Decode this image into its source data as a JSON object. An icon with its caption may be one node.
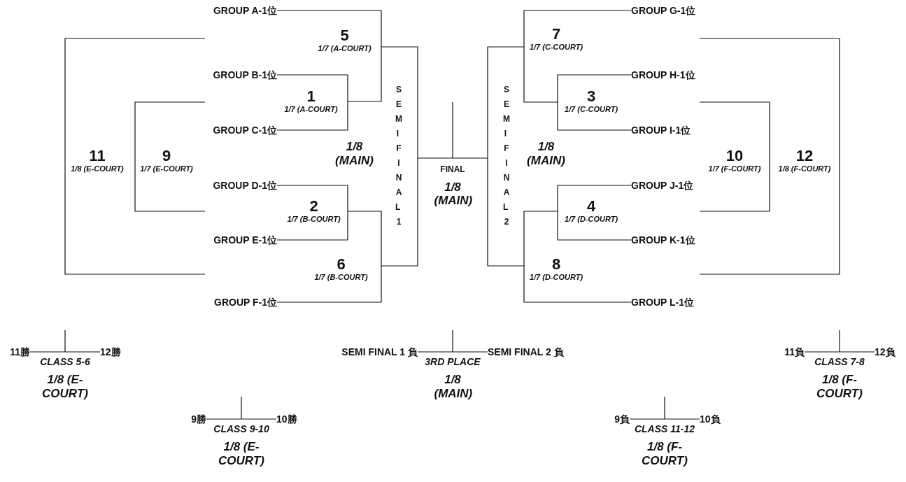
{
  "diagram": {
    "nodes": [
      {
        "text": [
          "GROUP A-1位"
        ]
      },
      {
        "text": [
          "GROUP B-1位"
        ]
      },
      {
        "text": [
          "GROUP C-1位"
        ]
      },
      {
        "text": [
          "GROUP D-1位"
        ]
      },
      {
        "text": [
          "GROUP E-1位"
        ]
      },
      {
        "text": [
          "GROUP F-1位"
        ]
      },
      {
        "text": [
          "5",
          "1/7 (A-COURT)"
        ]
      },
      {
        "text": [
          "1",
          "1/7 (A-COURT)"
        ]
      },
      {
        "text": [
          "2",
          "1/7 (B-COURT)"
        ]
      },
      {
        "text": [
          "6",
          "1/7 (B-COURT)"
        ]
      },
      {
        "text": [
          "9",
          "1/7 (E-COURT)"
        ]
      },
      {
        "text": [
          "11",
          "1/8 (E-COURT)"
        ]
      },
      {
        "text": [
          "SEMI FINAL 1"
        ],
        "beside": [
          "1/8 (MAIN)"
        ]
      },
      {
        "text": [
          "FINAL",
          "1/8 (MAIN)"
        ]
      },
      {
        "text": [
          "SEMI FINAL 2"
        ],
        "beside": [
          "1/8 (MAIN)"
        ]
      },
      {
        "text": [
          "7",
          "1/7 (C-COURT)"
        ]
      },
      {
        "text": [
          "3",
          "1/7 (C-COURT)"
        ]
      },
      {
        "text": [
          "4",
          "1/7 (D-COURT)"
        ]
      },
      {
        "text": [
          "8",
          "1/7 (D-COURT)"
        ]
      },
      {
        "text": [
          "10",
          "1/7 (F-COURT)"
        ]
      },
      {
        "text": [
          "12",
          "1/8 (F-COURT)"
        ]
      },
      {
        "text": [
          "GROUP G-1位"
        ]
      },
      {
        "text": [
          "GROUP H-1位"
        ]
      },
      {
        "text": [
          "GROUP I-1位"
        ]
      },
      {
        "text": [
          "GROUP J-1位"
        ]
      },
      {
        "text": [
          "GROUP K-1位"
        ]
      },
      {
        "text": [
          "GROUP L-1位"
        ]
      },
      {
        "text": [
          "11勝"
        ]
      },
      {
        "text": [
          "CLASS 5-6",
          "1/8 (E-COURT)"
        ]
      },
      {
        "text": [
          "12勝"
        ]
      },
      {
        "text": [
          "SEMI FINAL 1 負"
        ]
      },
      {
        "text": [
          "3RD PLACE",
          "1/8 (MAIN)"
        ]
      },
      {
        "text": [
          "SEMI FINAL 2 負"
        ]
      },
      {
        "text": [
          "11負"
        ]
      },
      {
        "text": [
          "CLASS 7-8",
          "1/8 (F-COURT)"
        ]
      },
      {
        "text": [
          "12負"
        ]
      },
      {
        "text": [
          "9勝"
        ]
      },
      {
        "text": [
          "CLASS 9-10",
          "1/8 (E-COURT)"
        ]
      },
      {
        "text": [
          "10勝"
        ]
      },
      {
        "text": [
          "9負"
        ]
      },
      {
        "text": [
          "CLASS 11-12",
          "1/8 (F-COURT)"
        ]
      },
      {
        "text": [
          "10負"
        ]
      }
    ],
    "edges": [
      {
        "from": 0,
        "to": 6,
        "arrow": "none"
      },
      {
        "from": 1,
        "to": 7,
        "arrow": "none"
      },
      {
        "from": 2,
        "to": 7,
        "arrow": "none"
      },
      {
        "from": 7,
        "to": 6,
        "arrow": "none"
      },
      {
        "from": 3,
        "to": 8,
        "arrow": "none"
      },
      {
        "from": 4,
        "to": 8,
        "arrow": "none"
      },
      {
        "from": 8,
        "to": 9,
        "arrow": "none"
      },
      {
        "from": 5,
        "to": 9,
        "arrow": "none"
      },
      {
        "from": 6,
        "to": 12,
        "arrow": "none"
      },
      {
        "from": 9,
        "to": 12,
        "arrow": "none"
      },
      {
        "from": 12,
        "to": 13,
        "arrow": "none"
      },
      {
        "from": 14,
        "to": 13,
        "arrow": "none"
      },
      {
        "from": null,
        "to": 13,
        "arrow": "none"
      },
      {
        "from": 21,
        "to": 15,
        "arrow": "none"
      },
      {
        "from": 22,
        "to": 16,
        "arrow": "none"
      },
      {
        "from": 23,
        "to": 16,
        "arrow": "none"
      },
      {
        "from": 16,
        "to": 15,
        "arrow": "none"
      },
      {
        "from": 24,
        "to": 17,
        "arrow": "none"
      },
      {
        "from": 25,
        "to": 17,
        "arrow": "none"
      },
      {
        "from": 17,
        "to": 18,
        "arrow": "none"
      },
      {
        "from": 26,
        "to": 18,
        "arrow": "none"
      },
      {
        "from": 15,
        "to": 14,
        "arrow": "none"
      },
      {
        "from": 18,
        "to": 14,
        "arrow": "none"
      },
      {
        "from": null,
        "to": 10,
        "arrow": "none"
      },
      {
        "from": null,
        "to": 10,
        "arrow": "none"
      },
      {
        "from": null,
        "to": 11,
        "arrow": "none"
      },
      {
        "from": null,
        "to": 11,
        "arrow": "none"
      },
      {
        "from": null,
        "to": 19,
        "arrow": "none"
      },
      {
        "from": null,
        "to": 19,
        "arrow": "none"
      },
      {
        "from": null,
        "to": 20,
        "arrow": "none"
      },
      {
        "from": null,
        "to": 20,
        "arrow": "none"
      },
      {
        "from": 27,
        "to": 28,
        "arrow": "none"
      },
      {
        "from": 29,
        "to": 28,
        "arrow": "none"
      },
      {
        "from": null,
        "to": 28,
        "arrow": "none"
      },
      {
        "from": 30,
        "to": 31,
        "arrow": "none"
      },
      {
        "from": 32,
        "to": 31,
        "arrow": "none"
      },
      {
        "from": null,
        "to": 31,
        "arrow": "none"
      },
      {
        "from": 33,
        "to": 34,
        "arrow": "none"
      },
      {
        "from": 35,
        "to": 34,
        "arrow": "none"
      },
      {
        "from": null,
        "to": 34,
        "arrow": "none"
      },
      {
        "from": 36,
        "to": 37,
        "arrow": "none"
      },
      {
        "from": 38,
        "to": 37,
        "arrow": "none"
      },
      {
        "from": null,
        "to": 37,
        "arrow": "none"
      },
      {
        "from": 39,
        "to": 40,
        "arrow": "none"
      },
      {
        "from": 41,
        "to": 40,
        "arrow": "none"
      },
      {
        "from": null,
        "to": 40,
        "arrow": "none"
      }
    ]
  }
}
